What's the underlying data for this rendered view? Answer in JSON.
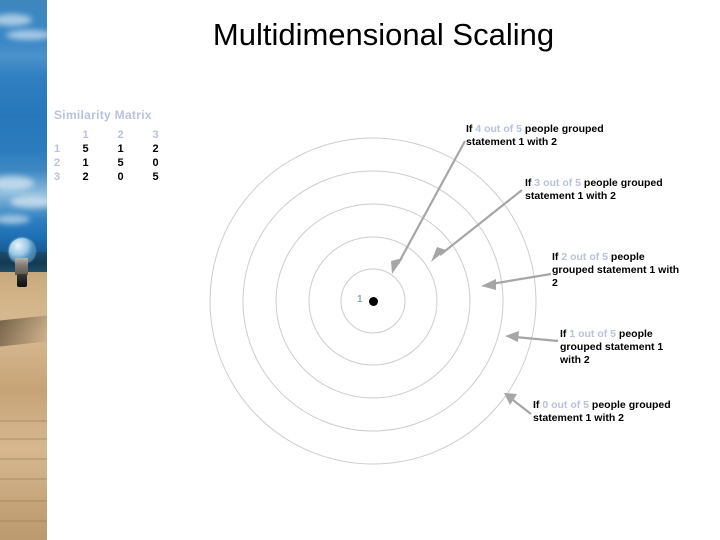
{
  "title": "Multidimensional Scaling",
  "photo_strip": {
    "description": "lightbulb-on-desert-photo"
  },
  "matrix": {
    "title": "Similarity Matrix",
    "col_headers": [
      "1",
      "2",
      "3"
    ],
    "row_headers": [
      "1",
      "2",
      "3"
    ],
    "rows": [
      [
        "5",
        "1",
        "2"
      ],
      [
        "1",
        "5",
        "0"
      ],
      [
        "2",
        "0",
        "5"
      ]
    ]
  },
  "diagram": {
    "center_label": "1",
    "ring_count": 5,
    "ring_radii": [
      32,
      64,
      97,
      130,
      163
    ],
    "ring_color": "#cdcdcd",
    "arrow_color": "#a6a6a6",
    "center_dot_color": "#000000"
  },
  "annotations": [
    {
      "id": "anno-4",
      "prefix": "If ",
      "highlight": "4 out of 5",
      "suffix": " people grouped statement 1 with 2"
    },
    {
      "id": "anno-3",
      "prefix": "If ",
      "highlight": "3 out of 5",
      "suffix": " people grouped statement 1 with 2"
    },
    {
      "id": "anno-2",
      "prefix": "If ",
      "highlight": "2 out of 5",
      "suffix": " people grouped statement 1 with 2"
    },
    {
      "id": "anno-1",
      "prefix": "If ",
      "highlight": "1 out of 5",
      "suffix": " people grouped statement 1 with 2"
    },
    {
      "id": "anno-0",
      "prefix": "If ",
      "highlight": "0 out of 5",
      "suffix": " people grouped statement 1 with 2"
    }
  ],
  "colors": {
    "accent_light_blue": "#b8c2dd",
    "ring_gray": "#cdcdcd",
    "arrow_gray": "#a6a6a6",
    "text_black": "#000000"
  }
}
